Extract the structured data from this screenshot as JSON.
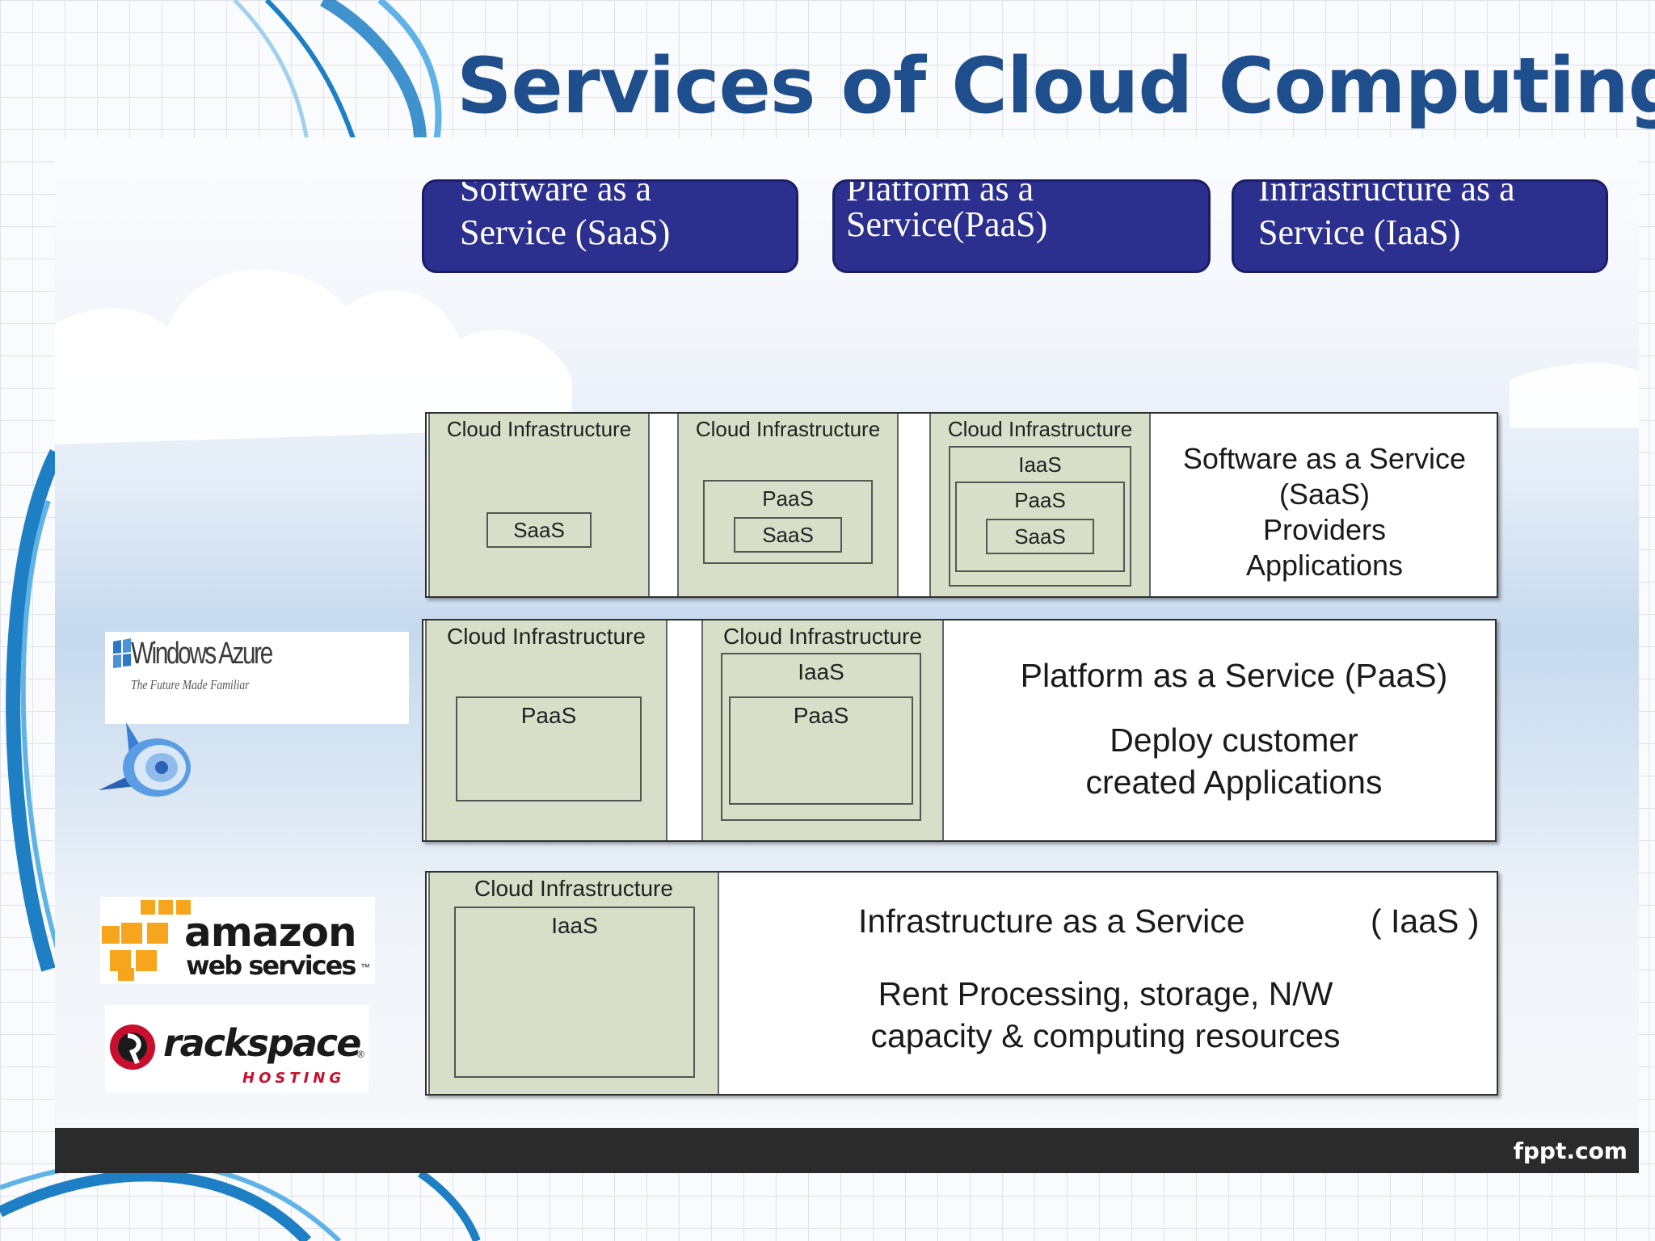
{
  "title": "Services of Cloud Computing",
  "tabs": {
    "saas": [
      "Software as a",
      "Service (SaaS)"
    ],
    "paas": [
      "Platform as a",
      "Service(PaaS)"
    ],
    "iaas": [
      "Infrastructure as a",
      "Service (IaaS)"
    ]
  },
  "saas_row": {
    "col1": {
      "title": "Cloud Infrastructure",
      "saas": "SaaS"
    },
    "col2": {
      "title": "Cloud Infrastructure",
      "paas": "PaaS",
      "saas": "SaaS"
    },
    "col3": {
      "title": "Cloud Infrastructure",
      "iaas": "IaaS",
      "paas": "PaaS",
      "saas": "SaaS"
    },
    "desc": [
      "Software as a Service",
      "(SaaS)",
      "Providers",
      "Applications"
    ]
  },
  "paas_row": {
    "col1": {
      "title": "Cloud Infrastructure",
      "paas": "PaaS"
    },
    "col2": {
      "title": "Cloud Infrastructure",
      "iaas": "IaaS",
      "paas": "PaaS"
    },
    "desc": [
      "Platform as a Service (PaaS)",
      "Deploy customer",
      "created Applications"
    ]
  },
  "iaas_row": {
    "col1": {
      "title": "Cloud Infrastructure",
      "iaas": "IaaS"
    },
    "desc_title": "Infrastructure as a Service",
    "desc_abbr": "( IaaS )",
    "desc": [
      "Rent Processing, storage, N/W",
      "capacity &  computing resources"
    ]
  },
  "logos": {
    "azure": {
      "name": "Windows Azure",
      "tagline": "The Future Made Familiar"
    },
    "aws": {
      "line1": "amazon",
      "line2": "web services",
      "tm": "™"
    },
    "rackspace": {
      "name": "rackspace",
      "sub": "HOSTING",
      "reg": "®"
    }
  },
  "footer": "fppt.com",
  "colors": {
    "title": "#1f4e8c",
    "tab": "#2b2f8e",
    "column": "#d7dfc9",
    "footer": "#2b2b2b",
    "swirl": "#1e7fc4",
    "aws_orange": "#f7a51c",
    "rackspace_red": "#c8102e"
  }
}
